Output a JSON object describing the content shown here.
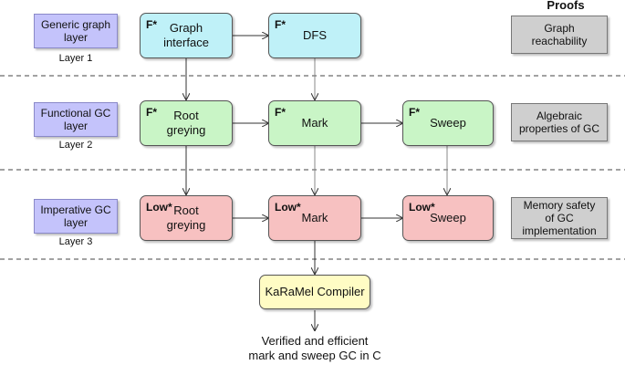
{
  "proofs_title": "Proofs",
  "layers": [
    {
      "label": "Generic graph\nlayer",
      "num": "Layer 1"
    },
    {
      "label": "Functional GC\nlayer",
      "num": "Layer 2"
    },
    {
      "label": "Imperative GC\nlayer",
      "num": "Layer 3"
    }
  ],
  "boxes": {
    "graph_interface": {
      "tag": "F*",
      "label": "Graph\ninterface"
    },
    "dfs": {
      "tag": "F*",
      "label": "DFS"
    },
    "root_greying_f": {
      "tag": "F*",
      "label": "Root\ngreying"
    },
    "mark_f": {
      "tag": "F*",
      "label": "Mark"
    },
    "sweep_f": {
      "tag": "F*",
      "label": "Sweep"
    },
    "root_greying_low": {
      "tag": "Low*",
      "label": "Root\ngreying"
    },
    "mark_low": {
      "tag": "Low*",
      "label": "Mark"
    },
    "sweep_low": {
      "tag": "Low*",
      "label": "Sweep"
    },
    "compiler": {
      "label": "KaRaMel Compiler"
    }
  },
  "proofs": [
    "Graph\nreachability",
    "Algebraic\nproperties of GC",
    "Memory safety\nof GC\nimplementation"
  ],
  "output": "Verified and efficient\nmark and sweep GC in C",
  "colors": {
    "generic_layer": "#c4c3fb",
    "fstar_generic": "#bff1f8",
    "fstar_functional": "#c9f5c6",
    "lowstar": "#f7c1c1",
    "compiler": "#fffcc4",
    "proof": "#cfcfcf"
  }
}
